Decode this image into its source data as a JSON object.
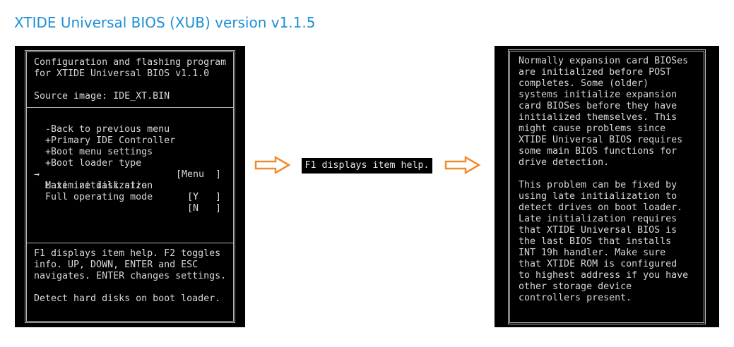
{
  "page": {
    "title": "XTIDE Universal BIOS (XUB) version v1.1.5"
  },
  "left_screen": {
    "header_lines": [
      "Configuration and flashing program",
      "for XTIDE Universal BIOS v1.1.0",
      "",
      "Source image: IDE_XT.BIN"
    ],
    "menu_items": [
      {
        "marker": "",
        "label": "-Back to previous menu",
        "value": ""
      },
      {
        "marker": "",
        "label": "+Primary IDE Controller",
        "value": ""
      },
      {
        "marker": "",
        "label": "+Boot menu settings",
        "value": ""
      },
      {
        "marker": "",
        "label": "+Boot loader type",
        "value": "[Menu  ]"
      },
      {
        "marker": "→",
        "label": "Late initialization",
        "value": "  [Y   ]"
      },
      {
        "marker": "",
        "label": "Maximize disk size",
        "value": "  [Y   ]"
      },
      {
        "marker": "",
        "label": "Full operating mode",
        "value": "  [N   ]"
      }
    ],
    "help_lines": [
      "F1 displays item help. F2 toggles",
      "info. UP, DOWN, ENTER and ESC",
      "navigates. ENTER changes settings.",
      "",
      "Detect hard disks on boot loader."
    ]
  },
  "middle": {
    "f1_label": "F1 displays item help.",
    "arrow_color": "#f28a2e"
  },
  "right_screen": {
    "lines": [
      "Normally expansion card BIOSes",
      "are initialized before POST",
      "completes. Some (older)",
      "systems initialize expansion",
      "card BIOSes before they have",
      "initialized themselves. This",
      "might cause problems since",
      "XTIDE Universal BIOS requires",
      "some main BIOS functions for",
      "drive detection.",
      "",
      "This problem can be fixed by",
      "using late initialization to",
      "detect drives on boot loader.",
      "Late initialization requires",
      "that XTIDE Universal BIOS is",
      "the last BIOS that installs",
      "INT 19h handler. Make sure",
      "that XTIDE ROM is configured",
      "to highest address if you have",
      "other storage device",
      "controllers present."
    ]
  }
}
